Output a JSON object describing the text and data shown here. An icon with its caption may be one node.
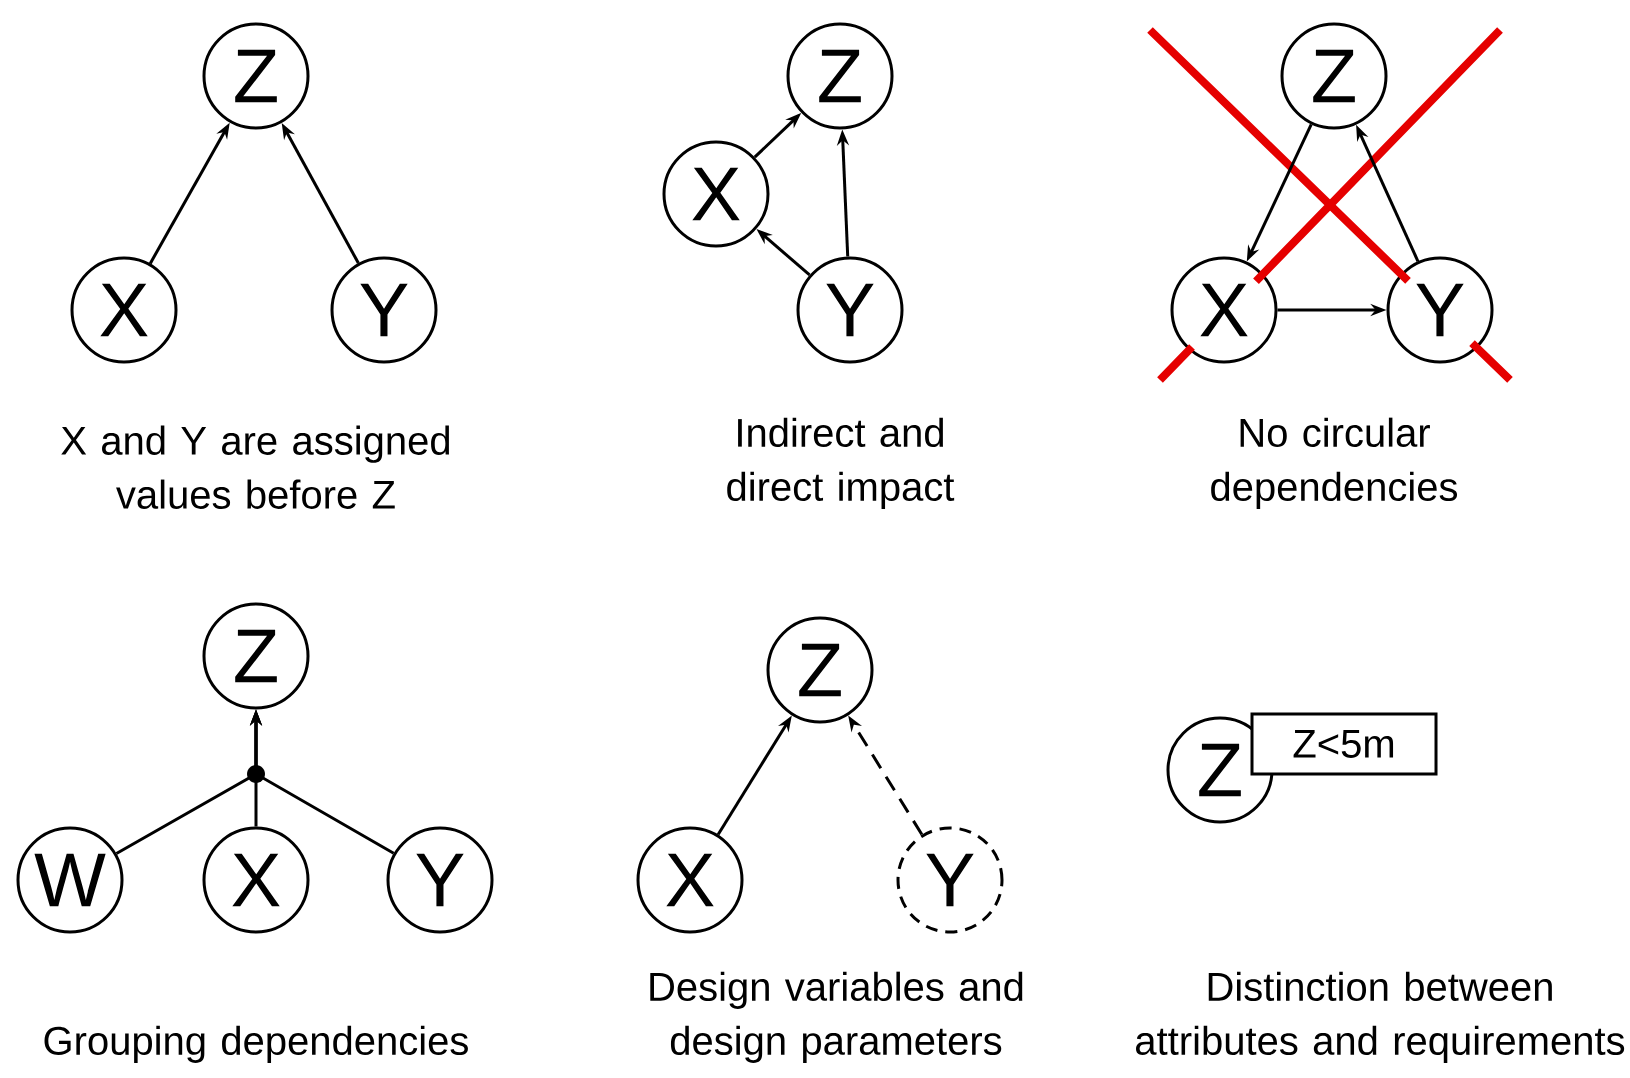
{
  "diagram": {
    "nodes": [
      {
        "text": [
          "Z"
        ]
      },
      {
        "text": [
          "X"
        ]
      },
      {
        "text": [
          "Y"
        ]
      },
      {
        "text": [
          "Z"
        ]
      },
      {
        "text": [
          "X"
        ]
      },
      {
        "text": [
          "Y"
        ]
      },
      {
        "text": [
          "Z"
        ]
      },
      {
        "text": [
          "X"
        ]
      },
      {
        "text": [
          "Y"
        ]
      },
      {
        "text": [
          "Z"
        ]
      },
      {
        "text": [
          "W"
        ]
      },
      {
        "text": [
          "X"
        ]
      },
      {
        "text": [
          "Y"
        ]
      },
      {
        "text": [
          "Z"
        ]
      },
      {
        "text": [
          "X"
        ]
      },
      {
        "text": [
          "Y"
        ]
      },
      {
        "text": [
          "Z"
        ]
      },
      {
        "text": [
          "Z<5m"
        ]
      }
    ],
    "edges": [
      {
        "from": 1,
        "to": 0,
        "arrow": "to"
      },
      {
        "from": 2,
        "to": 0,
        "arrow": "to"
      },
      {
        "from": 4,
        "to": 3,
        "arrow": "to"
      },
      {
        "from": 5,
        "to": 3,
        "arrow": "to"
      },
      {
        "from": 5,
        "to": 4,
        "arrow": "to"
      },
      {
        "from": 6,
        "to": 7,
        "arrow": "to"
      },
      {
        "from": 7,
        "to": 8,
        "arrow": "to"
      },
      {
        "from": 8,
        "to": 6,
        "arrow": "to"
      },
      {
        "from": 10,
        "to": 9,
        "arrow": "to"
      },
      {
        "from": 11,
        "to": 9,
        "arrow": "to"
      },
      {
        "from": 12,
        "to": 9,
        "arrow": "to"
      },
      {
        "from": 14,
        "to": 13,
        "arrow": "to"
      },
      {
        "from": 15,
        "to": 13,
        "arrow": "to",
        "style": "dashed"
      }
    ],
    "labels": [
      "X and Y are assigned values before Z",
      "Indirect and direct impact",
      "No circular dependencies",
      "Grouping dependencies",
      "Design variables and design parameters",
      "Distinction between attributes and requirements"
    ]
  }
}
